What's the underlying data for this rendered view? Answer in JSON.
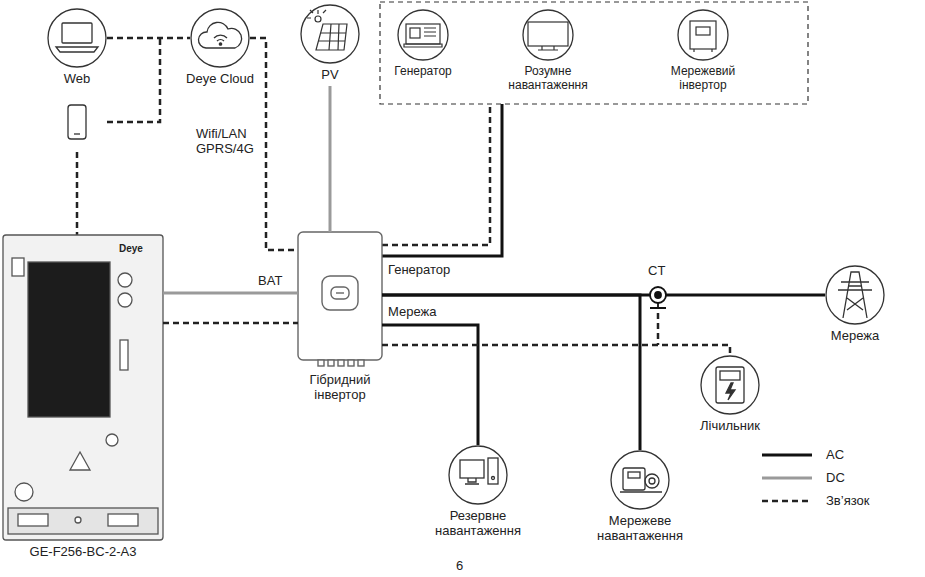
{
  "diagram": {
    "nodes": [
      {
        "text": [
          "Web"
        ]
      },
      {
        "text": [
          "Deye Cloud"
        ]
      },
      {
        "text": [
          "PV"
        ]
      },
      {
        "text": [
          "Генератор"
        ]
      },
      {
        "text": [
          "Розумне навантаження"
        ]
      },
      {
        "text": [
          "Мережевий інвертор"
        ]
      },
      {
        "text": [
          "Deye",
          "GE-F256-BC-2-A3"
        ]
      },
      {
        "text": [
          "Гібридний інвертор"
        ]
      },
      {
        "text": [
          "Мережа"
        ]
      },
      {
        "text": [
          "Лічильник"
        ]
      },
      {
        "text": [
          "Резервне навантаження"
        ]
      },
      {
        "text": [
          "Мережеве навантаження"
        ]
      }
    ],
    "edges": [
      {
        "from": 0,
        "to": 1,
        "arrow": "none"
      },
      {
        "from": 1,
        "to": 7,
        "arrow": "none"
      },
      {
        "from": 2,
        "to": 7,
        "arrow": "none"
      },
      {
        "from": 6,
        "to": 7,
        "arrow": "none"
      },
      {
        "from": 6,
        "to": 7,
        "arrow": "none"
      },
      {
        "from": 7,
        "to": 8,
        "arrow": "none"
      },
      {
        "from": 7,
        "to": 11,
        "arrow": "none"
      },
      {
        "from": 7,
        "to": 10,
        "arrow": "none"
      },
      {
        "from": 7,
        "to": 9,
        "arrow": "none"
      }
    ],
    "labels": [
      "Wifi/LAN GPRS/4G",
      "BAT",
      "Генератор",
      "Мережа",
      "CT",
      "6"
    ],
    "legend": [
      {
        "text": "AC"
      },
      {
        "text": "DC"
      },
      {
        "text": "Зв’язок"
      }
    ]
  }
}
